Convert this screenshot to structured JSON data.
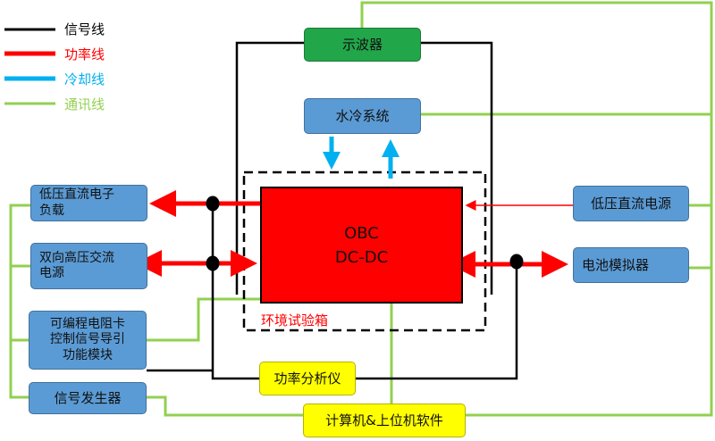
{
  "legend": [
    {
      "label": "信号线",
      "color": "#000000"
    },
    {
      "label": "功率线",
      "color": "#ff0000"
    },
    {
      "label": "冷却线",
      "color": "#00b0f0"
    },
    {
      "label": "通讯线",
      "color": "#92d050"
    }
  ],
  "nodes": {
    "oscilloscope": "示波器",
    "water_cooling": "水冷系统",
    "obc_line1": "OBC",
    "obc_line2": "DC-DC",
    "chamber": "环境试验箱",
    "lv_load_line1": "低压直流电子",
    "lv_load_line2": "负载",
    "hv_ac_line1": "双向高压交流",
    "hv_ac_line2": "电源",
    "resistor_line1": "可编程电阻卡",
    "resistor_line2": "控制信号导引",
    "resistor_line3": "功能模块",
    "signal_gen": "信号发生器",
    "lv_dc_supply": "低压直流电源",
    "battery_sim": "电池模拟器",
    "power_analyzer": "功率分析仪",
    "computer": "计算机&上位机软件"
  },
  "colors": {
    "signal": "#000000",
    "power": "#ff0000",
    "cooling": "#00b0f0",
    "comm": "#92d050"
  }
}
